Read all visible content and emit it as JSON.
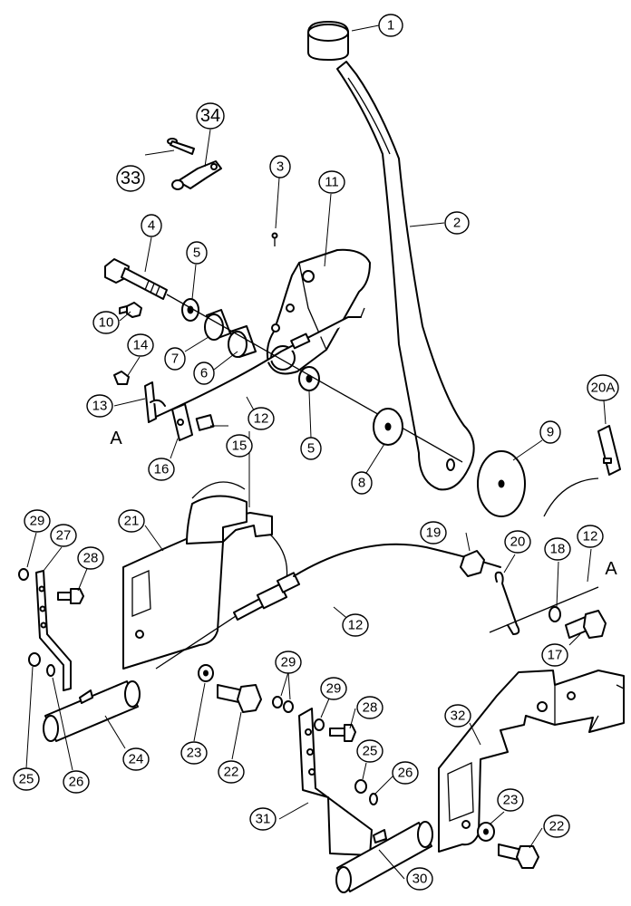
{
  "callouts": [
    {
      "id": "c1",
      "label": "1"
    },
    {
      "id": "c2",
      "label": "2"
    },
    {
      "id": "c3",
      "label": "3"
    },
    {
      "id": "c4",
      "label": "4"
    },
    {
      "id": "c5a",
      "label": "5"
    },
    {
      "id": "c5b",
      "label": "5"
    },
    {
      "id": "c6",
      "label": "6"
    },
    {
      "id": "c7",
      "label": "7"
    },
    {
      "id": "c8",
      "label": "8"
    },
    {
      "id": "c9",
      "label": "9"
    },
    {
      "id": "c10",
      "label": "10"
    },
    {
      "id": "c11",
      "label": "11"
    },
    {
      "id": "c12a",
      "label": "12"
    },
    {
      "id": "c12b",
      "label": "12"
    },
    {
      "id": "c12c",
      "label": "12"
    },
    {
      "id": "c13",
      "label": "13"
    },
    {
      "id": "c14",
      "label": "14"
    },
    {
      "id": "c15",
      "label": "15"
    },
    {
      "id": "c16",
      "label": "16"
    },
    {
      "id": "c17",
      "label": "17"
    },
    {
      "id": "c18",
      "label": "18"
    },
    {
      "id": "c19",
      "label": "19"
    },
    {
      "id": "c20",
      "label": "20"
    },
    {
      "id": "c20a",
      "label": "20A"
    },
    {
      "id": "c21",
      "label": "21"
    },
    {
      "id": "c22a",
      "label": "22"
    },
    {
      "id": "c22b",
      "label": "22"
    },
    {
      "id": "c23a",
      "label": "23"
    },
    {
      "id": "c23b",
      "label": "23"
    },
    {
      "id": "c24",
      "label": "24"
    },
    {
      "id": "c25a",
      "label": "25"
    },
    {
      "id": "c25b",
      "label": "25"
    },
    {
      "id": "c26a",
      "label": "26"
    },
    {
      "id": "c26b",
      "label": "26"
    },
    {
      "id": "c27",
      "label": "27"
    },
    {
      "id": "c28a",
      "label": "28"
    },
    {
      "id": "c28b",
      "label": "28"
    },
    {
      "id": "c29a",
      "label": "29"
    },
    {
      "id": "c29b",
      "label": "29"
    },
    {
      "id": "c29c",
      "label": "29"
    },
    {
      "id": "c30",
      "label": "30"
    },
    {
      "id": "c31",
      "label": "31"
    },
    {
      "id": "c32",
      "label": "32"
    },
    {
      "id": "c33",
      "label": "33"
    },
    {
      "id": "c34",
      "label": "34"
    }
  ],
  "section_marks": {
    "left": "A",
    "right": "A"
  }
}
